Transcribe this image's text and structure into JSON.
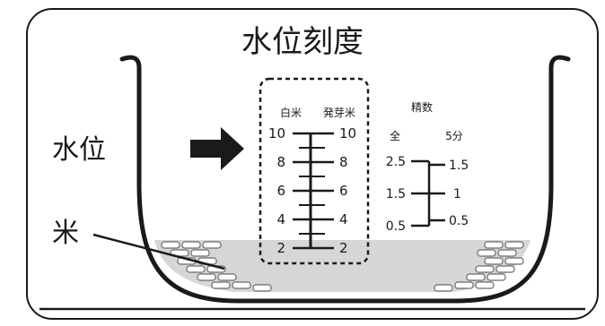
{
  "title": "水位刻度",
  "labels": {
    "water_level": "水位",
    "rice": "米"
  },
  "scale": {
    "white_rice_header": "白米",
    "germinated_rice_header": "発芽米",
    "white_rice_ticks": [
      "10",
      "8",
      "6",
      "4",
      "2"
    ],
    "germinated_rice_ticks": [
      "10",
      "8",
      "6",
      "4",
      "2"
    ],
    "porridge_header": "精数",
    "porridge_left_header": "全",
    "porridge_right_header": "5分",
    "porridge_left_ticks": [
      "2.5",
      "1.5",
      "0.5"
    ],
    "porridge_right_ticks": [
      "1.5",
      "1",
      "0.5"
    ]
  },
  "colors": {
    "line": "#1a1a1a",
    "rice_fill": "#d6d6d6",
    "grain_stroke": "#6a6a6a"
  }
}
